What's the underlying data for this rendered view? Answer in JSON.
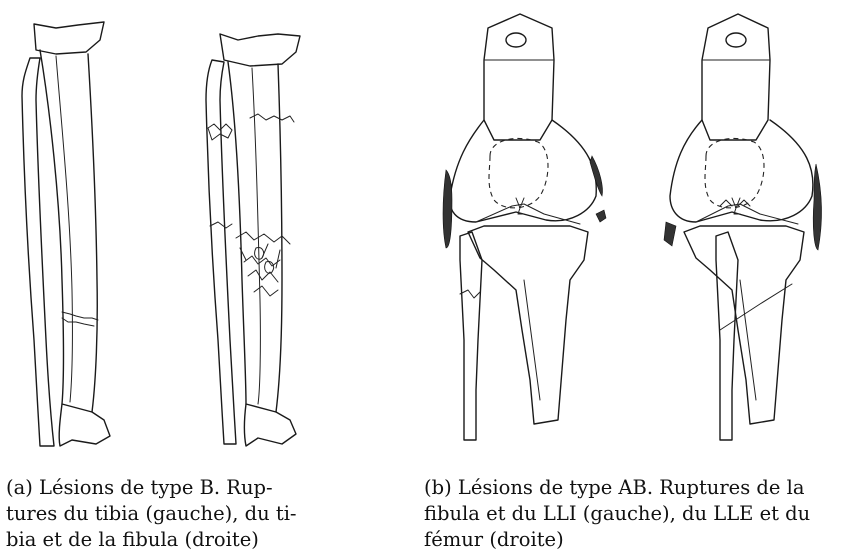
{
  "figure": {
    "panel_a": {
      "caption_lines": [
        "(a) Lésions de type B. Rup-",
        "tures du tibia (gauche), du ti-",
        "bia et de la fibula (droite)"
      ]
    },
    "panel_b": {
      "caption_lines": [
        "(b) Lésions de type AB. Ruptures de la",
        "fibula et du LLI (gauche), du LLE et du",
        "fémur (droite)"
      ]
    }
  }
}
